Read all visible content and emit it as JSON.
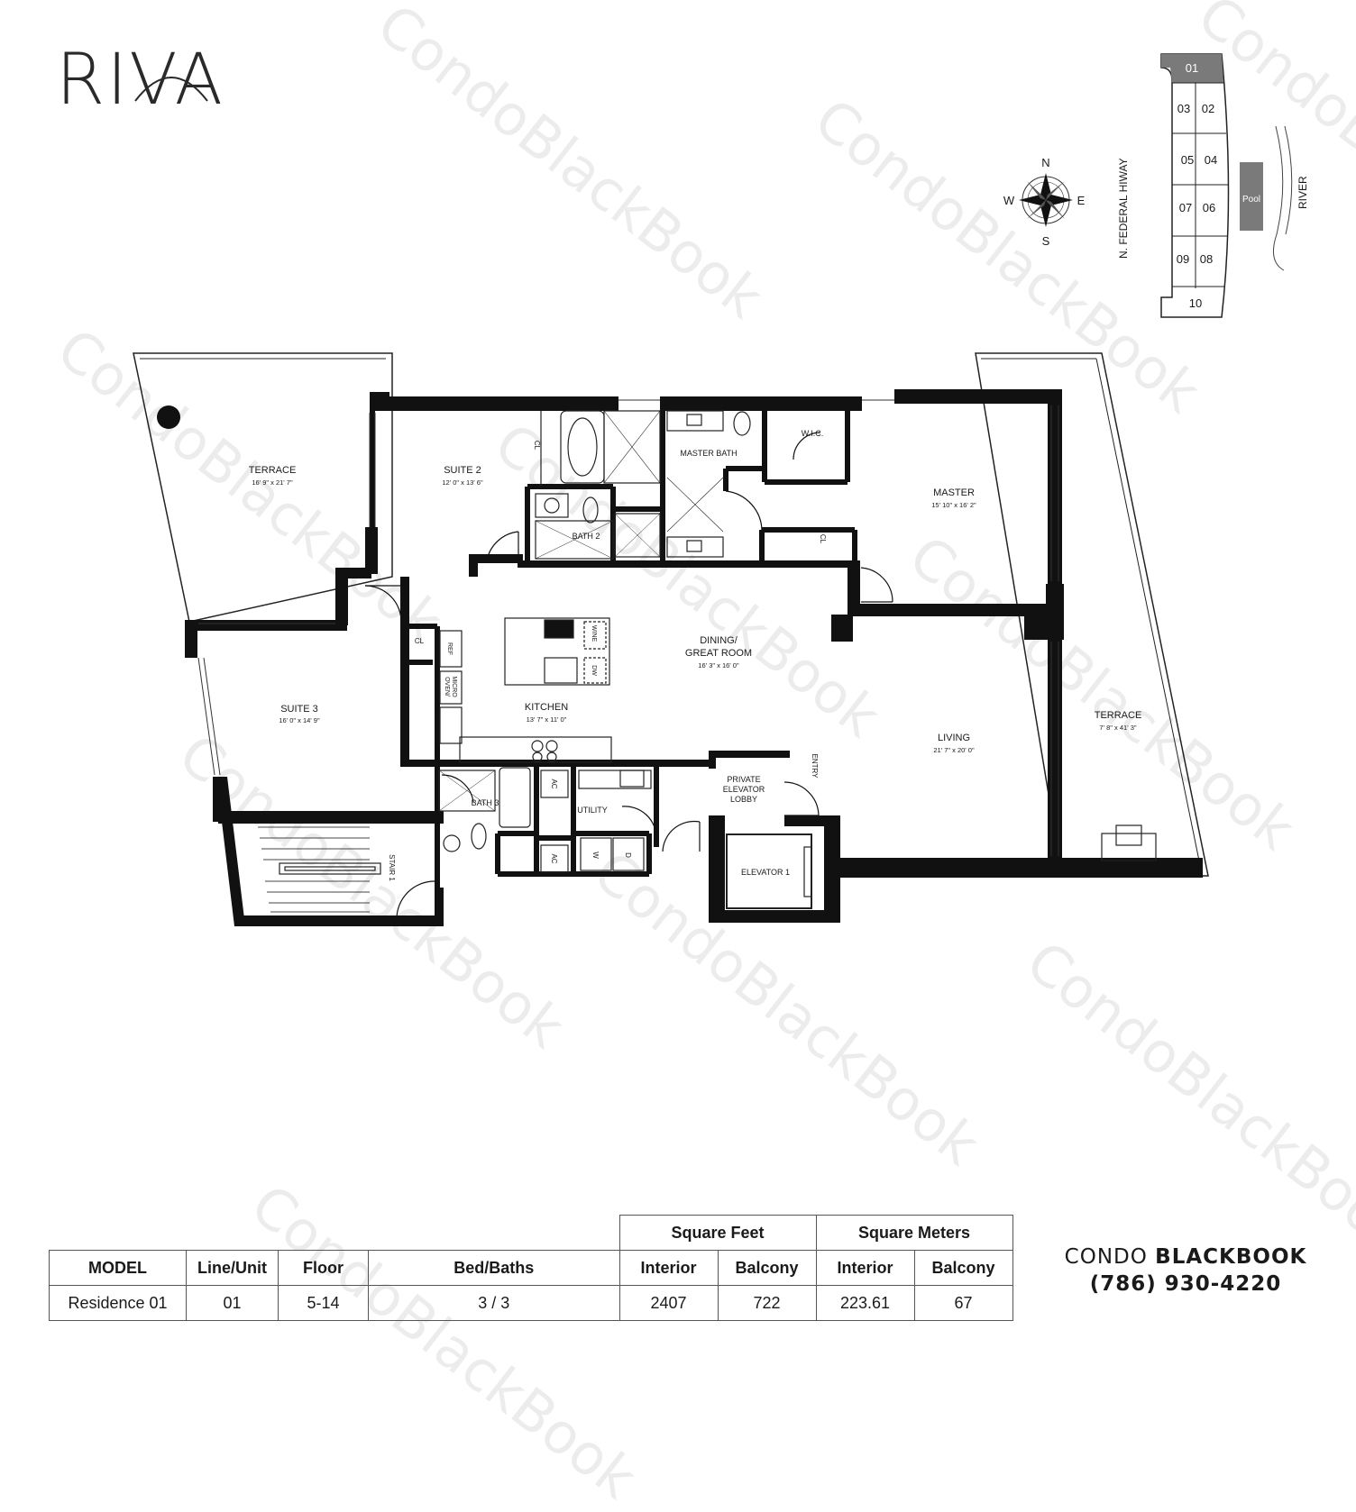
{
  "logo": "RIVA",
  "watermark": "CondoBlackBook",
  "rooms": {
    "terrace_west": {
      "name": "TERRACE",
      "size": "16' 9\" x 21' 7\""
    },
    "suite2": {
      "name": "SUITE 2",
      "size": "12' 0\" x 13' 6\""
    },
    "master_bath": {
      "name": "MASTER BATH"
    },
    "wic": {
      "name": "W.I.C."
    },
    "master": {
      "name": "MASTER",
      "size": "15' 10\" x 16' 2\""
    },
    "bath2": {
      "name": "BATH 2"
    },
    "cl": "CL",
    "dining_l1": "DINING/",
    "dining_l2": "GREAT ROOM",
    "dining_size": "16' 3\" x 16' 0\"",
    "suite3": {
      "name": "SUITE 3",
      "size": "16' 0\" x 14' 9\""
    },
    "kitchen": {
      "name": "KITCHEN",
      "size": "13' 7\" x 11' 0\""
    },
    "living": {
      "name": "LIVING",
      "size": "21' 7\" x 20' 0\""
    },
    "terrace_east": {
      "name": "TERRACE",
      "size": "7' 8\" x 41' 3\""
    },
    "bath3": {
      "name": "BATH 3"
    },
    "utility": {
      "name": "UTILITY"
    },
    "lobby_l1": "PRIVATE",
    "lobby_l2": "ELEVATOR",
    "lobby_l3": "LOBBY",
    "entry": "ENTRY",
    "elevator": "ELEVATOR 1",
    "stair": "STAIR 1",
    "ref": "REF",
    "oven_l1": "OVEN/",
    "oven_l2": "MICRO",
    "wine": "WINE",
    "dw": "DW",
    "ac": "AC",
    "w": "W",
    "d": "D"
  },
  "compass": {
    "n": "N",
    "s": "S",
    "e": "E",
    "w": "W"
  },
  "keyplan": {
    "units": [
      "01",
      "02",
      "03",
      "04",
      "05",
      "06",
      "07",
      "08",
      "09",
      "10"
    ],
    "street": "N. FEDERAL HIWAY",
    "river": "RIVER",
    "pool": "Pool",
    "highlight_color": "#7a7a7a"
  },
  "table": {
    "group_sqft": "Square Feet",
    "group_sqm": "Square Meters",
    "headers": [
      "MODEL",
      "Line/Unit",
      "Floor",
      "Bed/Baths",
      "Interior",
      "Balcony",
      "Interior",
      "Balcony"
    ],
    "row": [
      "Residence 01",
      "01",
      "5-14",
      "3 / 3",
      "2407",
      "722",
      "223.61",
      "67"
    ]
  },
  "brand": {
    "line1a": "CONDO ",
    "line1b": "BLACKBOOK",
    "phone": "(786) 930-4220"
  }
}
